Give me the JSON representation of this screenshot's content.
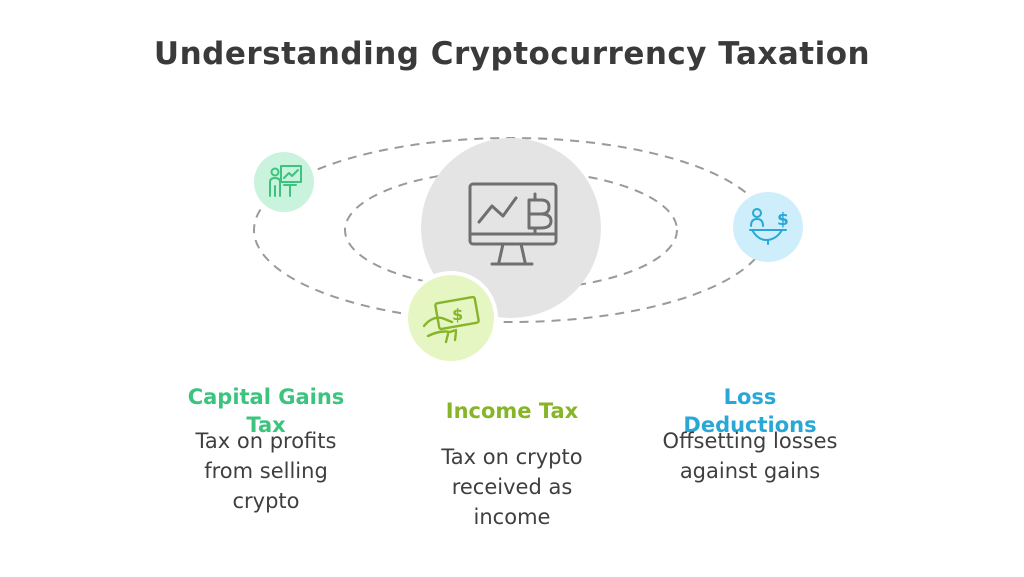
{
  "title": "Understanding Cryptocurrency Taxation",
  "center": {
    "icon": "monitor-bitcoin-icon"
  },
  "nodes": [
    {
      "key": "capital-gains",
      "heading": "Capital Gains Tax",
      "description": "Tax on profits from selling crypto",
      "icon": "presenter-chart-icon",
      "color": "#3cc47f",
      "fill": "#c9f3dc"
    },
    {
      "key": "income",
      "heading": "Income Tax",
      "description": "Tax on crypto received as income",
      "icon": "hand-cash-icon",
      "color": "#86b52a",
      "fill": "#e6f6c2"
    },
    {
      "key": "loss-deductions",
      "heading": "Loss Deductions",
      "description": "Offsetting losses against gains",
      "icon": "person-scale-dollar-icon",
      "color": "#29a8d7",
      "fill": "#cdeefa"
    }
  ]
}
